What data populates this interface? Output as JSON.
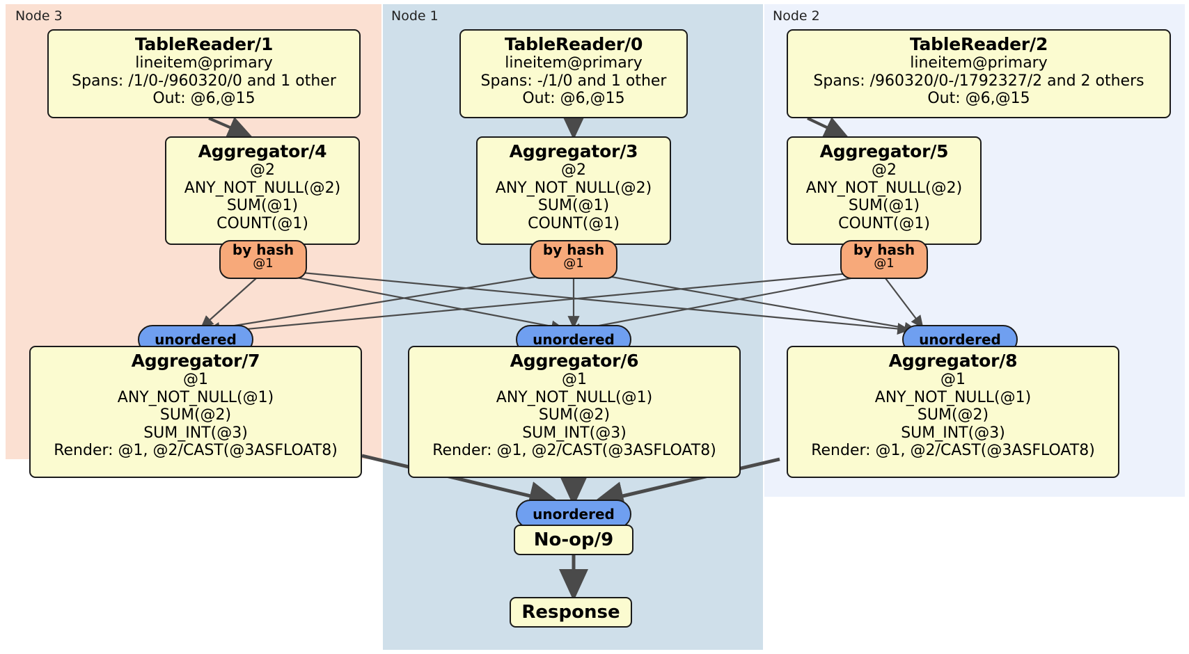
{
  "diagram": {
    "type": "distributed-query-plan",
    "title_present": false,
    "colors": {
      "node3_panel": "#fbe0d2",
      "node1_panel": "#cfdfea",
      "node2_panel": "#edf2fc",
      "processor_fill": "#fbfbd0",
      "processor_border": "#1a1a1a",
      "hash_router": "#f7a97a",
      "unordered_router": "#6f9ff0",
      "edge": "#444444"
    }
  },
  "panels": [
    {
      "id": "node3",
      "label": "Node 3"
    },
    {
      "id": "node1",
      "label": "Node 1"
    },
    {
      "id": "node2",
      "label": "Node 2"
    }
  ],
  "processors": {
    "table_reader_1": {
      "title": "TableReader/1",
      "lines": [
        "lineitem@primary",
        "Spans: /1/0-/960320/0 and 1 other",
        "Out: @6,@15"
      ]
    },
    "table_reader_0": {
      "title": "TableReader/0",
      "lines": [
        "lineitem@primary",
        "Spans: -/1/0 and 1 other",
        "Out: @6,@15"
      ]
    },
    "table_reader_2": {
      "title": "TableReader/2",
      "lines": [
        "lineitem@primary",
        "Spans: /960320/0-/1792327/2 and 2 others",
        "Out: @6,@15"
      ]
    },
    "aggregator_4": {
      "title": "Aggregator/4",
      "lines": [
        "@2",
        "ANY_NOT_NULL(@2)",
        "SUM(@1)",
        "COUNT(@1)"
      ]
    },
    "aggregator_3": {
      "title": "Aggregator/3",
      "lines": [
        "@2",
        "ANY_NOT_NULL(@2)",
        "SUM(@1)",
        "COUNT(@1)"
      ]
    },
    "aggregator_5": {
      "title": "Aggregator/5",
      "lines": [
        "@2",
        "ANY_NOT_NULL(@2)",
        "SUM(@1)",
        "COUNT(@1)"
      ]
    },
    "aggregator_7": {
      "title": "Aggregator/7",
      "lines": [
        "@1",
        "ANY_NOT_NULL(@1)",
        "SUM(@2)",
        "SUM_INT(@3)",
        "Render: @1, @2/CAST(@3ASFLOAT8)"
      ]
    },
    "aggregator_6": {
      "title": "Aggregator/6",
      "lines": [
        "@1",
        "ANY_NOT_NULL(@1)",
        "SUM(@2)",
        "SUM_INT(@3)",
        "Render: @1, @2/CAST(@3ASFLOAT8)"
      ]
    },
    "aggregator_8": {
      "title": "Aggregator/8",
      "lines": [
        "@1",
        "ANY_NOT_NULL(@1)",
        "SUM(@2)",
        "SUM_INT(@3)",
        "Render: @1, @2/CAST(@3ASFLOAT8)"
      ]
    },
    "noop_9": {
      "title": "No-op/9"
    },
    "response": {
      "title": "Response"
    }
  },
  "routers": {
    "hash_left": {
      "type": "by hash",
      "column": "@1"
    },
    "hash_mid": {
      "type": "by hash",
      "column": "@1"
    },
    "hash_right": {
      "type": "by hash",
      "column": "@1"
    },
    "unordered_left": {
      "type": "unordered"
    },
    "unordered_mid": {
      "type": "unordered"
    },
    "unordered_right": {
      "type": "unordered"
    },
    "unordered_final": {
      "type": "unordered"
    }
  }
}
